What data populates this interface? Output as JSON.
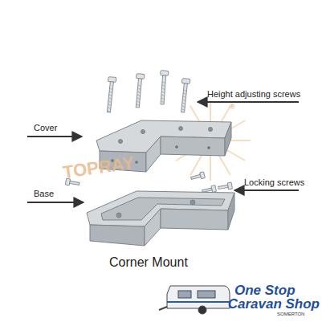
{
  "diagram": {
    "caption": "Corner Mount",
    "labels": [
      "Height adjusting screws",
      "Cover",
      "Locking screws",
      "Base",
      "TOPRAY",
      "®",
      "One Stop",
      "Caravan Shop",
      "SOMERTON"
    ]
  }
}
